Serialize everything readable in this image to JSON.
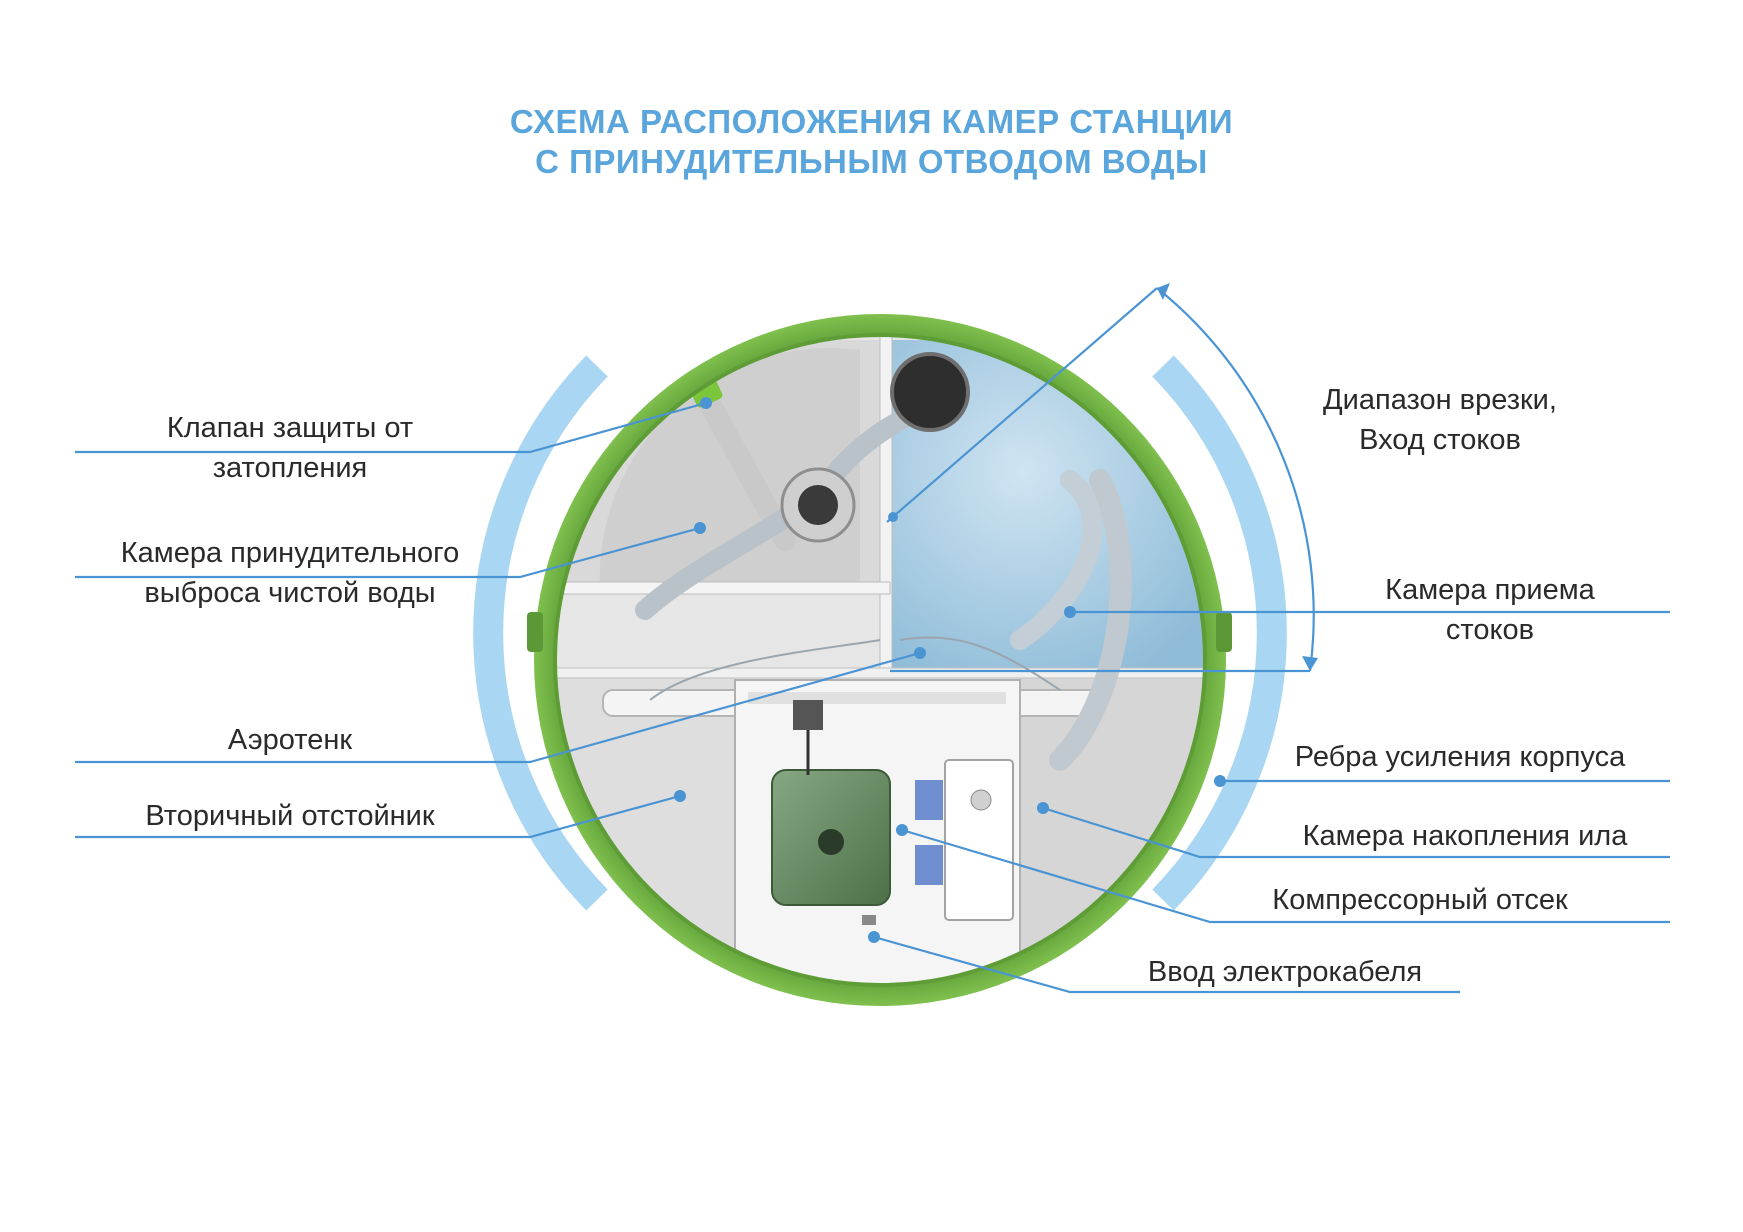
{
  "title": {
    "line1": "СХЕМА РАСПОЛОЖЕНИЯ КАМЕР СТАНЦИИ",
    "line2": "С ПРИНУДИТЕЛЬНЫМ ОТВОДОМ ВОДЫ"
  },
  "labels": {
    "valve_l1": "Клапан защиты от",
    "valve_l2": "затопления",
    "forced_l1": "Камера принудительного",
    "forced_l2": "выброса чистой воды",
    "aerotank": "Аэротенк",
    "secondary": "Вторичный отстойник",
    "range_l1": "Диапазон врезки,",
    "range_l2": "Вход стоков",
    "receive_l1": "Камера приема",
    "receive_l2": "стоков",
    "ribs": "Ребра усиления корпуса",
    "sludge": "Камера накопления ила",
    "compressor": "Компрессорный отсек",
    "cable": "Ввод электрокабеля"
  },
  "colors": {
    "title": "#5aa6dc",
    "leader": "#4b94d3",
    "arc_band": "#a9d6f2",
    "shell_green": "#69ac3c",
    "interior": "#e8e8e8",
    "water": "#a8cde4",
    "compressor": "#6a8c66"
  }
}
